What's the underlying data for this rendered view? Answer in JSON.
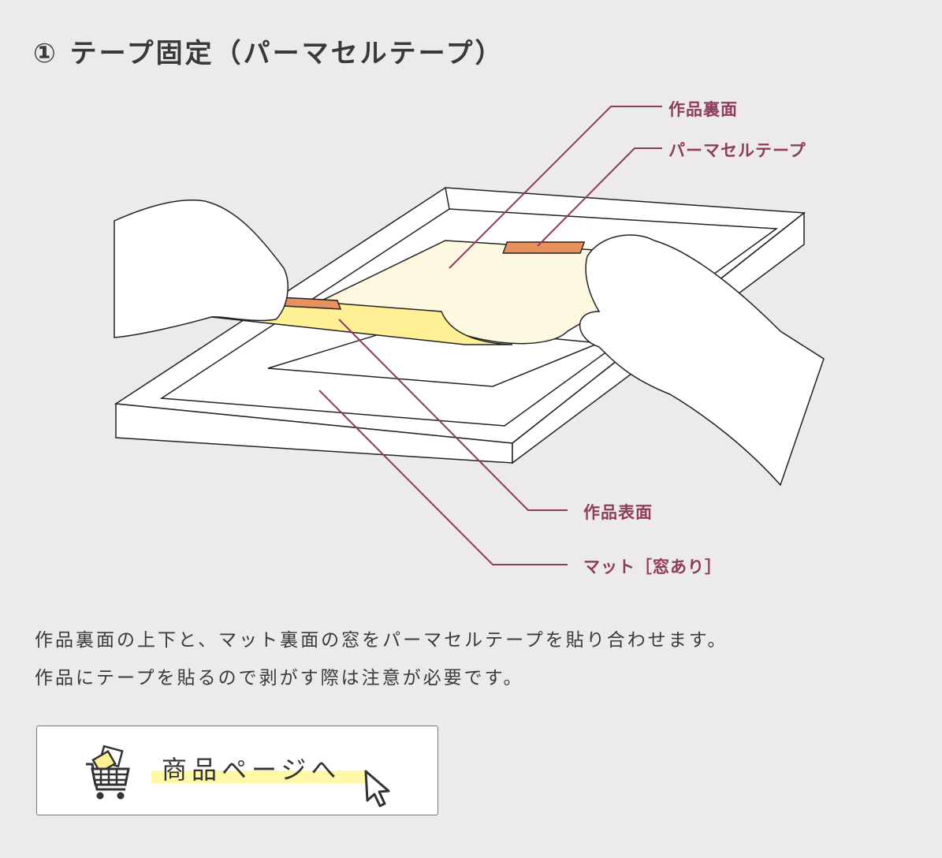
{
  "title": "① テープ固定（パーマセルテープ）",
  "labels": {
    "back": "作品裏面",
    "tape": "パーマセルテープ",
    "front": "作品表面",
    "mat": "マット［窓あり］"
  },
  "description": [
    "作品裏面の上下と、マット裏面の窓をパーマセルテープを貼り合わせます。",
    "作品にテープを貼るので剥がす際は注意が必要です。"
  ],
  "button": {
    "label": "商品ページへ",
    "icon": "shopping-cart-icon",
    "cursor_icon": "cursor-arrow-icon"
  },
  "colors": {
    "accent": "#8f3b5c",
    "tape": "#e8915f",
    "artwork": "#fdf9e0",
    "artwork_front": "#fff096",
    "highlight": "#fdf7a6"
  }
}
